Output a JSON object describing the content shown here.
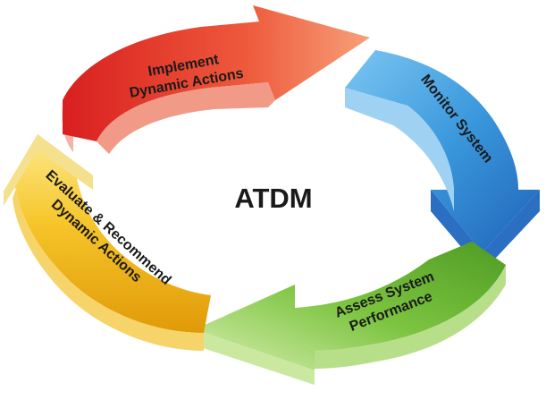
{
  "center": {
    "label": "ATDM"
  },
  "steps": [
    {
      "lines": [
        "Implement",
        "Dynamic Actions"
      ],
      "color": "#e8382c",
      "light": "#f7a78f"
    },
    {
      "lines": [
        "Monitor System"
      ],
      "color": "#2a8ad6",
      "light": "#a9d7f5"
    },
    {
      "lines": [
        "Assess System",
        "Performance"
      ],
      "color": "#5cae2c",
      "light": "#c6e7a1"
    },
    {
      "lines": [
        "Evaluate & Recommend",
        "Dynamic Actions"
      ],
      "color": "#f2b416",
      "light": "#fbe59a"
    }
  ]
}
